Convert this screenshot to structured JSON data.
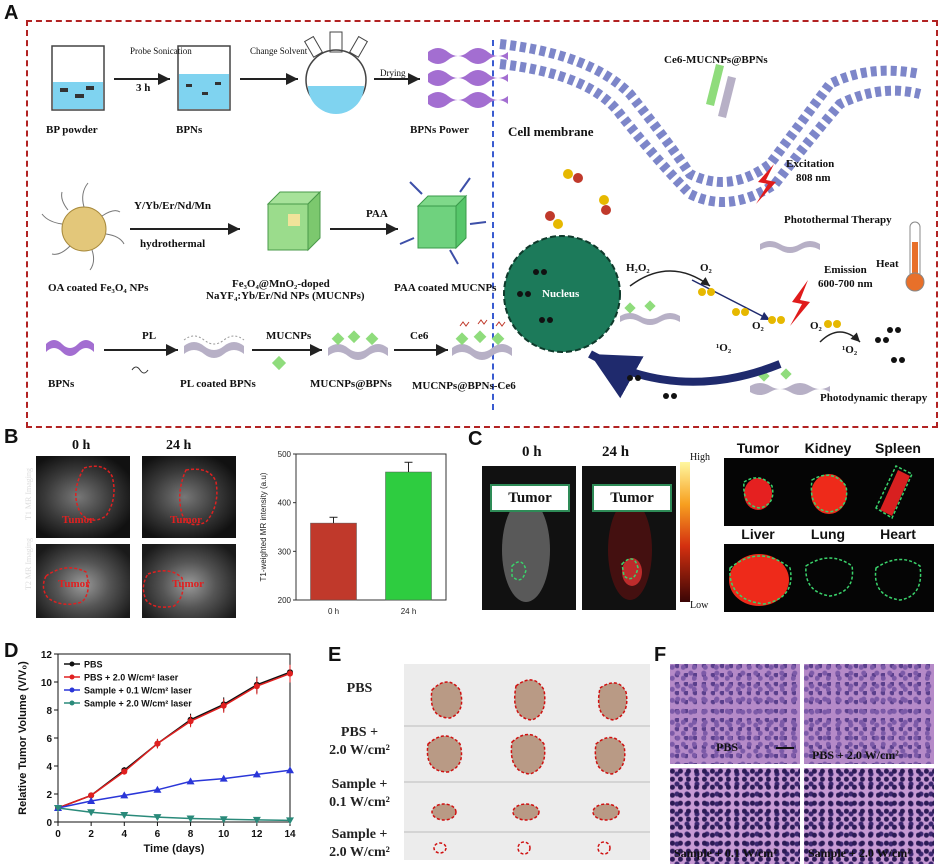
{
  "panels": {
    "A": "A",
    "B": "B",
    "C": "C",
    "D": "D",
    "E": "E",
    "F": "F"
  },
  "panelA": {
    "probe_sonication": "Probe Sonication",
    "time_3h": "3 h",
    "change_solvent": "Change Solvent",
    "drying": "Drying",
    "bp_powder": "BP powder",
    "bpns": "BPNs",
    "bpns_power": "BPNs Power",
    "y_yb": "Y/Yb/Er/Nd/Mn",
    "hydrothermal": "hydrothermal",
    "paa": "PAA",
    "oa_coated": "OA coated Fe₃O₄ NPs",
    "fe3o4_doped": "Fe₃O₄@MnO₂-doped",
    "nayf4": "NaYF₄:Yb/Er/Nd NPs (MUCNPs)",
    "paa_coated": "PAA coated MUCNPs",
    "bpns2": "BPNs",
    "pl": "PL",
    "pl_coated": "PL coated BPNs",
    "mucnps": "MUCNPs",
    "mucnps_bpns": "MUCNPs@BPNs",
    "ce6": "Ce6",
    "mucnps_bpns_ce6": "MUCNPs@BPNs-Ce6",
    "ce6_mucnps": "Ce6-MUCNPs@BPNs",
    "cell_membrane": "Cell membrane",
    "excitation": "Excitation",
    "nm808": "808 nm",
    "photothermal": "Photothermal Therapy",
    "heat": "Heat",
    "nucleus": "Nucleus",
    "h2o2": "H₂O₂",
    "o2a": "O₂",
    "emission": "Emission",
    "nm600": "600-700 nm",
    "o2b": "O₂",
    "o2c": "O₂",
    "singlet1": "¹O₂",
    "singlet2": "¹O₂",
    "photodynamic": "Photodynamic therapy"
  },
  "panelB": {
    "h0": "0 h",
    "h24": "24 h",
    "t1": "T1 MR Imaging",
    "t2": "T2 MR Imaging",
    "tumor": "Tumor"
  },
  "panelC": {
    "h0": "0 h",
    "h24": "24 h",
    "tumor": "Tumor",
    "high": "High",
    "low": "Low",
    "organs": [
      "Tumor",
      "Kidney",
      "Spleen",
      "Liver",
      "Lung",
      "Heart"
    ]
  },
  "panelE": {
    "labels": [
      [
        "PBS"
      ],
      [
        "PBS +",
        "2.0 W/cm²"
      ],
      [
        "Sample +",
        "0.1 W/cm²"
      ],
      [
        "Sample +",
        "2.0 W/cm²"
      ]
    ]
  },
  "panelF": {
    "labels": [
      "PBS",
      "PBS + 2.0 W/cm²",
      "Sample + 0.1 W/cm²",
      "Sample + 2.0 W/cm²"
    ]
  },
  "colors": {
    "frame_red": "#b22222",
    "bar_red": "#c0392b",
    "bar_green": "#2ecc40",
    "black": "#111111",
    "red": "#e02020",
    "blue": "#2a36d8",
    "teal": "#2a8a7a"
  },
  "chart_data": [
    {
      "type": "bar",
      "categories": [
        "0 h",
        "24 h"
      ],
      "values": [
        358,
        463
      ],
      "errors": [
        12,
        20
      ],
      "ylabel": "T1-weighted MR intensity (a.u)",
      "ylim": [
        200,
        500
      ],
      "yticks": [
        200,
        300,
        400,
        500
      ],
      "colors": [
        "#c0392b",
        "#2ecc40"
      ]
    },
    {
      "type": "line",
      "xlabel": "Time (days)",
      "ylabel": "Relative Tumor Volume (V/V₀)",
      "xlim": [
        0,
        14
      ],
      "ylim": [
        0,
        12
      ],
      "xticks": [
        0,
        2,
        4,
        6,
        8,
        10,
        12,
        14
      ],
      "yticks": [
        0,
        2,
        4,
        6,
        8,
        10,
        12
      ],
      "x": [
        0,
        2,
        4,
        6,
        8,
        10,
        12,
        14
      ],
      "series": [
        {
          "name": "PBS",
          "values": [
            1.0,
            1.9,
            3.7,
            5.6,
            7.3,
            8.4,
            9.8,
            10.7
          ],
          "color": "#111111"
        },
        {
          "name": "PBS + 2.0 W/cm² laser",
          "values": [
            1.0,
            1.9,
            3.6,
            5.6,
            7.2,
            8.3,
            9.7,
            10.6
          ],
          "color": "#e02020"
        },
        {
          "name": "Sample + 0.1 W/cm² laser",
          "values": [
            1.0,
            1.5,
            1.9,
            2.3,
            2.9,
            3.1,
            3.4,
            3.7
          ],
          "color": "#2a36d8"
        },
        {
          "name": "Sample + 2.0 W/cm² laser",
          "values": [
            1.0,
            0.7,
            0.5,
            0.35,
            0.25,
            0.2,
            0.15,
            0.12
          ],
          "color": "#2a8a7a"
        }
      ],
      "legend": "top-left"
    }
  ]
}
